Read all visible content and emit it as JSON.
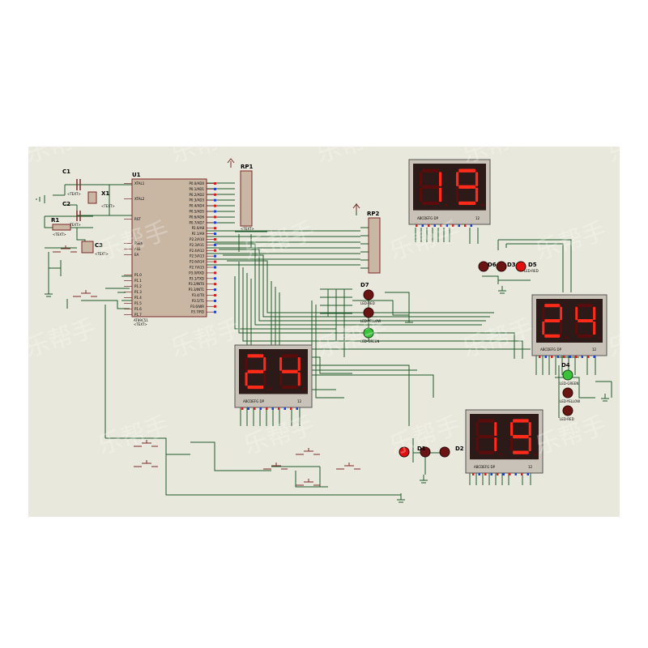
{
  "microcontroller": {
    "ref": "U1",
    "part": "AT89C51",
    "left_pins": [
      "XTAL1",
      "XTAL2",
      "RST",
      "PSEN",
      "ALE",
      "EA",
      "P1.0",
      "P1.1",
      "P1.2",
      "P1.3",
      "P1.4",
      "P1.5",
      "P1.6",
      "P1.7"
    ],
    "right_pins": [
      "P0.0/AD0",
      "P0.1/AD1",
      "P0.2/AD2",
      "P0.3/AD3",
      "P0.4/AD4",
      "P0.5/AD5",
      "P0.6/AD6",
      "P0.7/AD7",
      "P2.0/A8",
      "P2.1/A9",
      "P2.2/A10",
      "P2.3/A11",
      "P2.4/A12",
      "P2.5/A13",
      "P2.6/A14",
      "P2.7/A15",
      "P3.0/RXD",
      "P3.1/TXD",
      "P3.2/INT0",
      "P3.3/INT1",
      "P3.4/T0",
      "P3.5/T1",
      "P3.6/WR",
      "P3.7/RD"
    ]
  },
  "passives": {
    "c1": "C1",
    "c2": "C2",
    "c3": "C3",
    "x1": "X1",
    "r1": "R1",
    "rp1": "RP1",
    "rp2": "RP2",
    "text_placeholder": "<TEXT>"
  },
  "displays": [
    {
      "id": "north",
      "digits": "19",
      "label": "ABCDEFG  DP",
      "label2": "12"
    },
    {
      "id": "east",
      "digits": "24",
      "label": "ABCDEFG  DP",
      "label2": "12"
    },
    {
      "id": "west",
      "digits": "24",
      "label": "ABCDEFG  DP",
      "label2": "12"
    },
    {
      "id": "south",
      "digits": "19",
      "label": "ABCDEFG  DP",
      "label2": "12"
    }
  ],
  "leds": {
    "d1": "D1",
    "d2": "D2",
    "d3": "D3",
    "d4": "D4",
    "d5": "D5",
    "d6": "D6",
    "d7": "D7",
    "led_red": "LED-RED",
    "led_yellow": "LED-YELLOW",
    "led_green": "LED-GREEN"
  },
  "watermark": "乐帮手",
  "colors": {
    "background": "#e9e8dc",
    "component_fill": "#c9b7a4",
    "component_stroke": "#7a2a2a",
    "wire": "#1f5a2a",
    "seg_on": "#ff2a1a",
    "seg_off": "#5a0c0c",
    "display_bg": "#2b1a18",
    "led_red": "#e01010",
    "led_green": "#3ac23a",
    "led_dark": "#6a1414"
  }
}
